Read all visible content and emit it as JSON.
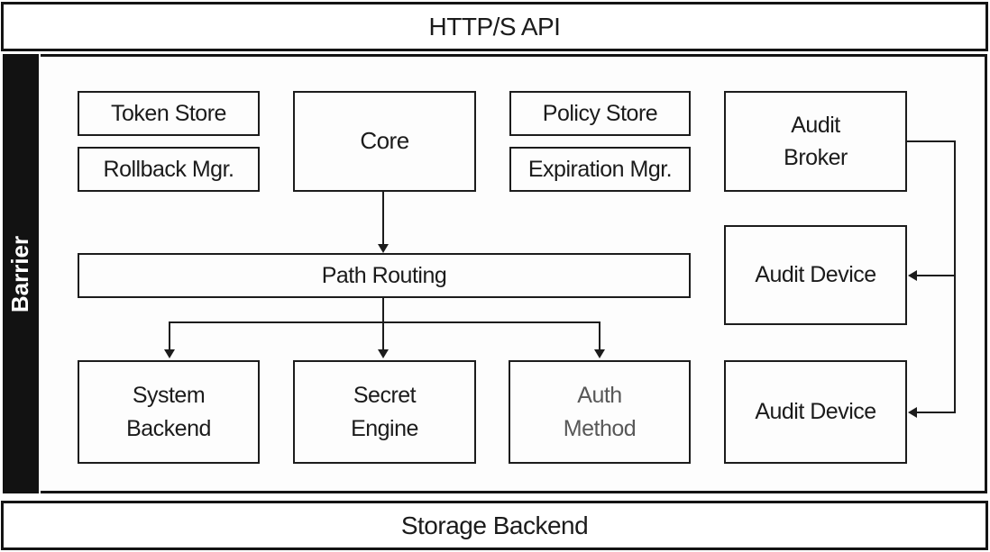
{
  "diagram": {
    "title_bar": {
      "label": "HTTP/S API"
    },
    "barrier": {
      "label": "Barrier"
    },
    "storage_bar": {
      "label": "Storage Backend"
    },
    "nodes": {
      "token_store": {
        "label": "Token Store"
      },
      "rollback_mgr": {
        "label": "Rollback Mgr."
      },
      "core": {
        "label": "Core"
      },
      "policy_store": {
        "label": "Policy Store"
      },
      "expiration_mgr": {
        "label": "Expiration Mgr."
      },
      "audit_broker": {
        "line1": "Audit",
        "line2": "Broker"
      },
      "path_routing": {
        "label": "Path Routing"
      },
      "audit_device_top": {
        "label": "Audit Device"
      },
      "system_backend": {
        "line1": "System",
        "line2": "Backend"
      },
      "secret_engine": {
        "line1": "Secret",
        "line2": "Engine"
      },
      "auth_method": {
        "line1": "Auth",
        "line2": "Method"
      },
      "audit_device_bottom": {
        "label": "Audit Device"
      }
    },
    "connections": [
      {
        "from": "core",
        "to": "path_routing",
        "type": "arrow-down"
      },
      {
        "from": "path_routing",
        "to": "system_backend",
        "type": "arrow-down"
      },
      {
        "from": "path_routing",
        "to": "secret_engine",
        "type": "arrow-down"
      },
      {
        "from": "path_routing",
        "to": "auth_method",
        "type": "arrow-down"
      },
      {
        "from": "audit_broker",
        "to": "audit_device_top",
        "type": "arrow-left"
      },
      {
        "from": "audit_broker",
        "to": "audit_device_bottom",
        "type": "arrow-left"
      }
    ],
    "colors": {
      "background": "#ffffff",
      "box_background": "#fdfdfd",
      "border": "#141414",
      "node_border": "#1c1c1c",
      "text": "#1b1b1b",
      "muted_text": "#585858",
      "barrier_background": "#121212",
      "barrier_text": "#ffffff"
    }
  }
}
